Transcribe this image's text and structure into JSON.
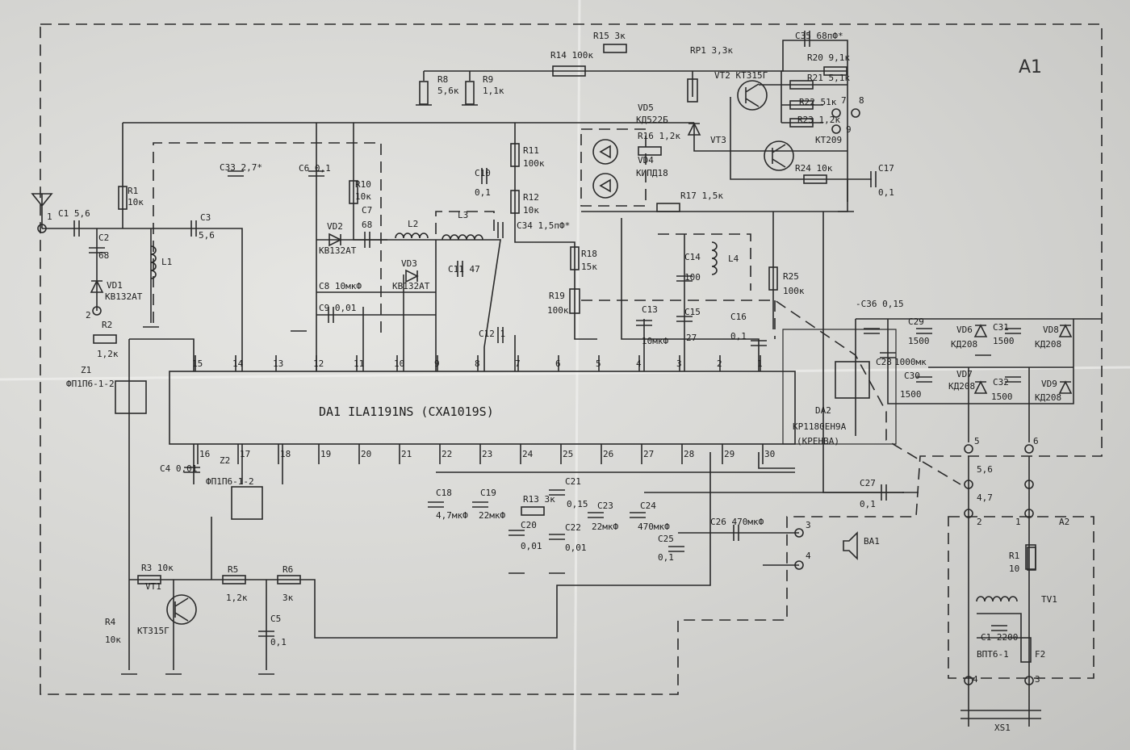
{
  "title": "A1",
  "ic_main": "DA1 ILA1191NS (CXA1019S)",
  "labels": {
    "C35": "C35 68пФ*",
    "R15": "R15  3к",
    "R14": "R14 100к",
    "RP1": "RP1 3,3к",
    "R20": "R20 9,1к",
    "VT2": "VT2  КТ315Г",
    "R21": "R21 5,1к",
    "R22": "R22 51к",
    "p7": "7",
    "p8": "8",
    "R23": "R23 1,2к",
    "p9": "9",
    "VD5a": "VD5",
    "VD5b": "КД522Б",
    "R8a": "R8",
    "R8b": "5,6к",
    "R9a": "R9",
    "R9b": "1,1к",
    "R16": "R16 1,2к",
    "VT3": "VT3",
    "VT3t": "КТ209",
    "VD4a": "VD4",
    "VD4b": "КИПД18",
    "R24": "R24  10к",
    "C17a": "C17",
    "C17b": "0,1",
    "R17": "R17 1,5к",
    "R11a": "R11",
    "R11b": "100к",
    "C10a": "C10",
    "C10b": "0,1",
    "R12a": "R12",
    "R12b": "10к",
    "C34": "C34 1,5пФ*",
    "C33": "C33 2,7*",
    "C6": "C6  0,1",
    "R10a": "R10",
    "R10b": "10к",
    "C7a": "C7",
    "C7b": "68",
    "R1a": "R1",
    "R1b": "10к",
    "C1": "C1 5,6",
    "in1": "1",
    "C2a": "C2",
    "C2b": "68",
    "C3a": "C3",
    "C3b": "5,6",
    "L1": "L1",
    "VD1a": "VD1",
    "VD1b": "КВ132АТ",
    "in2": "2",
    "VD2a": "VD2",
    "VD2b": "КВ132АТ",
    "L2": "L2",
    "L3": "L3",
    "VD3a": "VD3",
    "VD3b": "КВ132АТ",
    "C11": "C11  47",
    "R18a": "R18",
    "R18b": "15к",
    "R19a": "R19",
    "R19b": "100к",
    "C14a": "C14",
    "C14b": "100",
    "L4": "L4",
    "R25a": "R25",
    "R25b": "100к",
    "C13a": "C13",
    "C13b": "10мкФ",
    "C15a": "C15",
    "C15b": "27",
    "C16a": "C16",
    "C16b": "0,1",
    "C8": "C8  10мкФ",
    "C9": "C9  0,01",
    "C12": "C12  1",
    "R2a": "R2",
    "R2b": "1,2к",
    "Z1a": "Z1",
    "Z1b": "ФП1П6-1-2",
    "C4": "C4 0,01",
    "Z2a": "Z2",
    "Z2b": "ФП1П6-1-2",
    "C18a": "C18",
    "C18b": "4,7мкФ",
    "C19a": "C19",
    "C19b": "22мкФ",
    "R13": "R13  3к",
    "C21a": "C21",
    "C21b": "0,15",
    "C20a": "C20",
    "C20b": "0,01",
    "C22a": "C22",
    "C22b": "0,01",
    "C23a": "C23",
    "C23b": "22мкФ",
    "C24a": "C24",
    "C24b": "470мкФ",
    "C25a": "C25",
    "C25b": "0,1",
    "C26": "C26  470мкФ",
    "s3": "3",
    "s4": "4",
    "BA1": "BA1",
    "C27a": "C27",
    "C27b": "0,1",
    "R3": "R3  10к",
    "VT1": "VT1",
    "R4a": "R4",
    "R4b": "10к",
    "VT1t": "КТ315Г",
    "R5a": "R5",
    "R5b": "1,2к",
    "R6a": "R6",
    "R6b": "3к",
    "C5a": "C5",
    "C5b": "0,1",
    "DA2": "DA2",
    "DA2t": "КР1180ЕН9А",
    "DA2n": "(КРЕНВА)",
    "C36": "-C36 0,15",
    "C29a": "C29",
    "C29b": "1500",
    "C28a": "C28",
    "C28b": "1000мк",
    "C30a": "C30",
    "C30b": "1500",
    "VD6a": "VD6",
    "VD6b": "КД208",
    "VD7a": "VD7",
    "VD7b": "КД208",
    "C31a": "C31",
    "C31b": "1500",
    "C32a": "C32",
    "C32b": "1500",
    "VD8a": "VD8",
    "VD8b": "КД208",
    "VD9a": "VD9",
    "VD9b": "КД208",
    "t5": "5",
    "t6": "6",
    "v56": "5,6",
    "v47": "4,7",
    "a2p2": "2",
    "a2p1": "1",
    "A2": "A2",
    "R1A2a": "R1",
    "R1A2b": "10",
    "TV1": "TV1",
    "C1A2": "C1   2200",
    "VPT": "ВПТ6-1",
    "F2": "F2",
    "x4": "4",
    "x3": "3",
    "XS1": "XS1"
  },
  "pins_top": [
    "15",
    "14",
    "13",
    "12",
    "11",
    "10",
    "9",
    "8",
    "7",
    "6",
    "5",
    "4",
    "3",
    "2",
    "1"
  ],
  "pins_bottom": [
    "16",
    "17",
    "18",
    "19",
    "20",
    "21",
    "22",
    "23",
    "24",
    "25",
    "26",
    "27",
    "28",
    "29",
    "30"
  ]
}
